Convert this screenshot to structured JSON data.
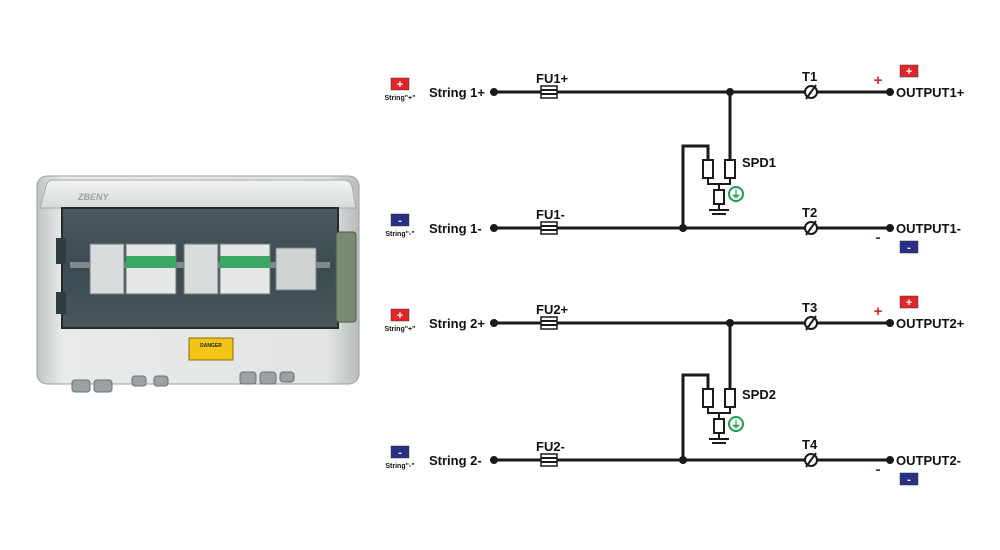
{
  "product": {
    "brand_text": "ZBENY",
    "warning_label": "DANGER"
  },
  "diagram": {
    "strings": [
      {
        "sign": "+",
        "sign_label": "String\"+\"",
        "name": "String 1+",
        "fuse": "FU1+",
        "terminal": "T1",
        "polarity": "+",
        "output": "OUTPUT1+"
      },
      {
        "sign": "-",
        "sign_label": "String\"-\"",
        "name": "String 1-",
        "fuse": "FU1-",
        "terminal": "T2",
        "polarity": "-",
        "output": "OUTPUT1-"
      },
      {
        "sign": "+",
        "sign_label": "String\"+\"",
        "name": "String 2+",
        "fuse": "FU2+",
        "terminal": "T3",
        "polarity": "+",
        "output": "OUTPUT2+"
      },
      {
        "sign": "-",
        "sign_label": "String\"-\"",
        "name": "String 2-",
        "fuse": "FU2-",
        "terminal": "T4",
        "polarity": "-",
        "output": "OUTPUT2-"
      }
    ],
    "spd": [
      "SPD1",
      "SPD2"
    ],
    "colors": {
      "positive": "#e0262b",
      "negative": "#2a2f86",
      "ground": "#1a9e4a",
      "wire": "#1a1a1a"
    }
  }
}
